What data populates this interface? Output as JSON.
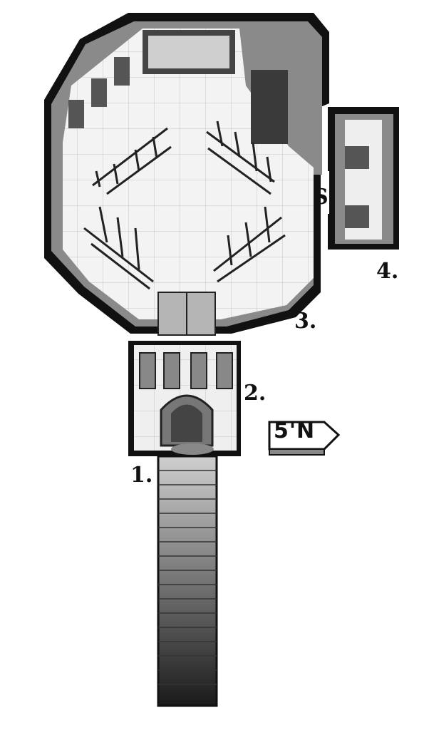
{
  "labels": {
    "area1": "1.",
    "area2": "2.",
    "area3": "3.",
    "area4": "4."
  },
  "secret_door_mark": "S",
  "scale": {
    "text": "5'N"
  },
  "colors": {
    "ink": "#111111",
    "wall_shade": "#8a8a8a",
    "floor": "#f3f3f3",
    "grid": "#bdbdbd"
  }
}
